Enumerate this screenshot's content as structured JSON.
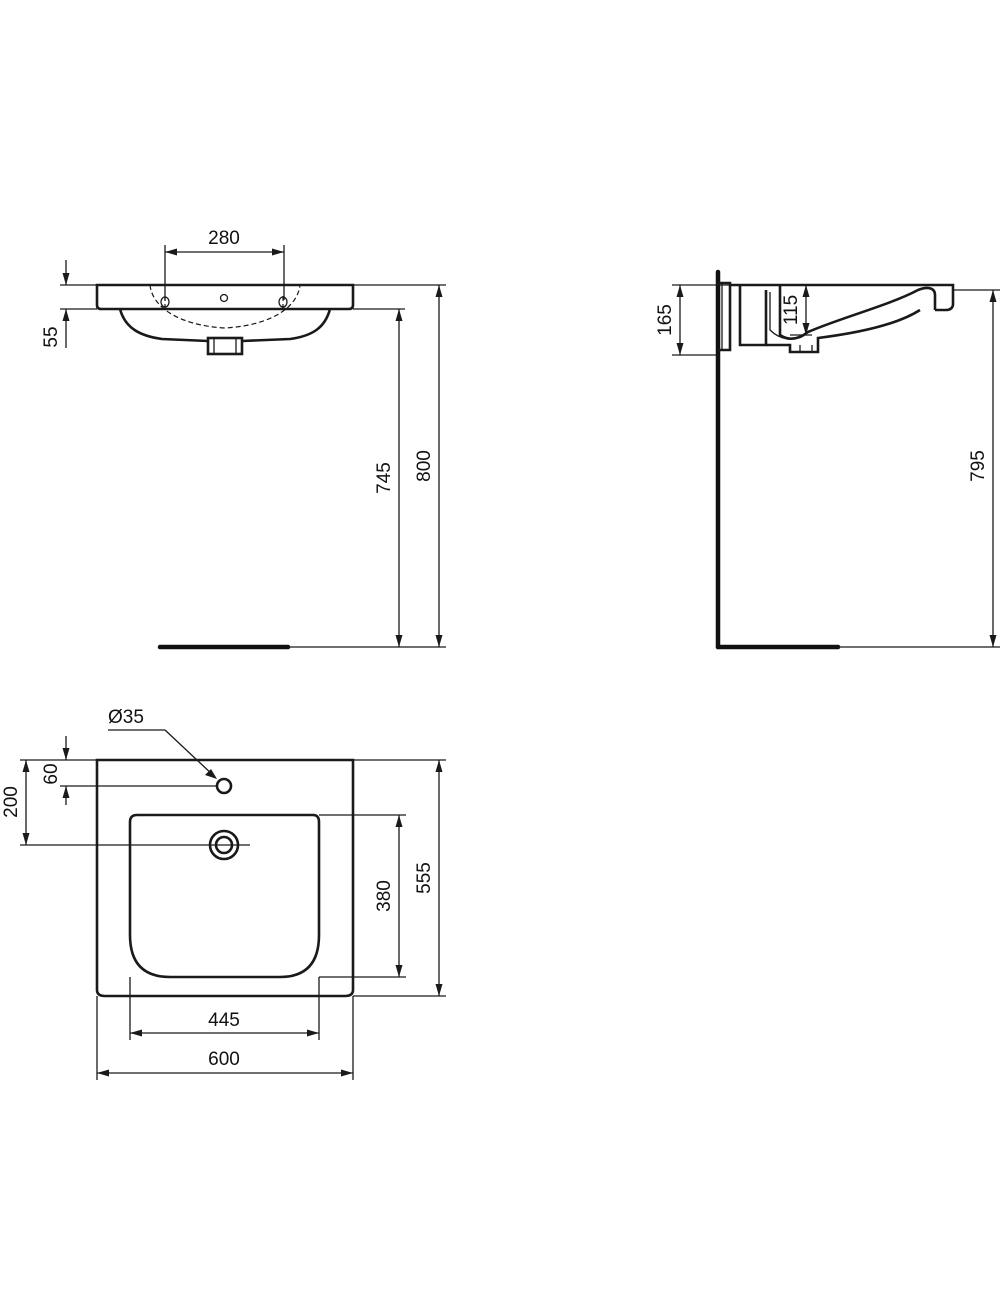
{
  "front_view": {
    "dims": {
      "tap_hole_spacing": "280",
      "rim_thickness": "55",
      "rim_to_floor": "745",
      "top_to_floor": "800"
    }
  },
  "side_view": {
    "dims": {
      "basin_height": "165",
      "waste_depth": "115",
      "height_to_floor": "795"
    }
  },
  "top_view": {
    "dims": {
      "tap_hole_diameter": "Ø35",
      "tap_hole_offset": "60",
      "waste_offset": "200",
      "bowl_depth": "380",
      "overall_depth": "555",
      "bowl_width": "445",
      "overall_width": "600"
    }
  }
}
